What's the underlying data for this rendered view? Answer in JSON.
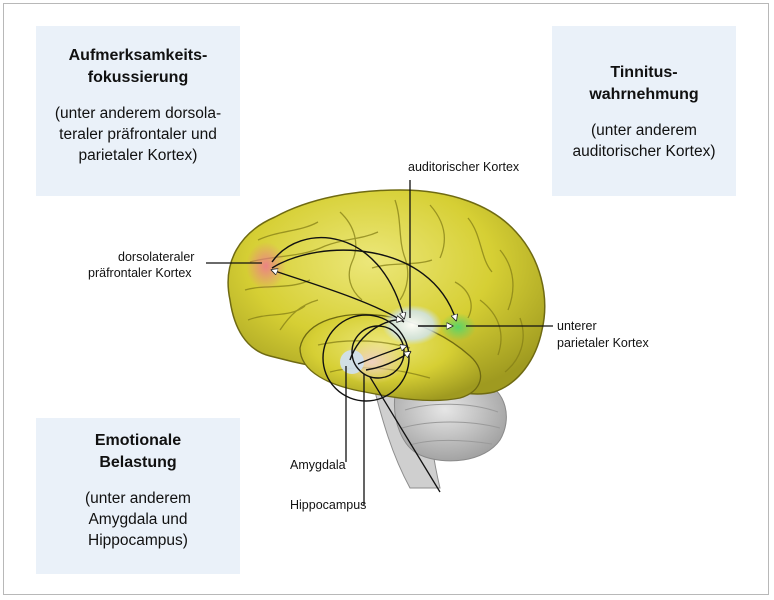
{
  "boxes": {
    "attention": {
      "title_line1": "Aufmerksamkeits-",
      "title_line2": "fokussierung",
      "sub_line1": "(unter anderem dorsola-",
      "sub_line2": "teraler präfrontaler und",
      "sub_line3": "parietaler Kortex)"
    },
    "tinnitus": {
      "title_line1": "Tinnitus-",
      "title_line2": "wahrnehmung",
      "sub_line1": "(unter anderem",
      "sub_line2": "auditorischer Kortex)"
    },
    "emotion": {
      "title_line1": "Emotionale",
      "title_line2": "Belastung",
      "sub_line1": "(unter anderem",
      "sub_line2": "Amygdala und",
      "sub_line3": "Hippocampus)"
    }
  },
  "labels": {
    "auditory_cortex": "auditorischer Kortex",
    "dlpfc_line1": "dorsolateraler",
    "dlpfc_line2": "präfrontaler Kortex",
    "parietal_line1": "unterer",
    "parietal_line2": "parietaler Kortex",
    "amygdala": "Amygdala",
    "hippocampus": "Hippocampus"
  },
  "colors": {
    "brain_fill": "#d9d238",
    "brain_shadow": "#8f8a1c",
    "box_background": "#eaf1f9",
    "prefrontal_highlight": "#e88a8a",
    "parietal_highlight": "#5fd36a",
    "auditory_highlight": "#cfe4f5"
  }
}
